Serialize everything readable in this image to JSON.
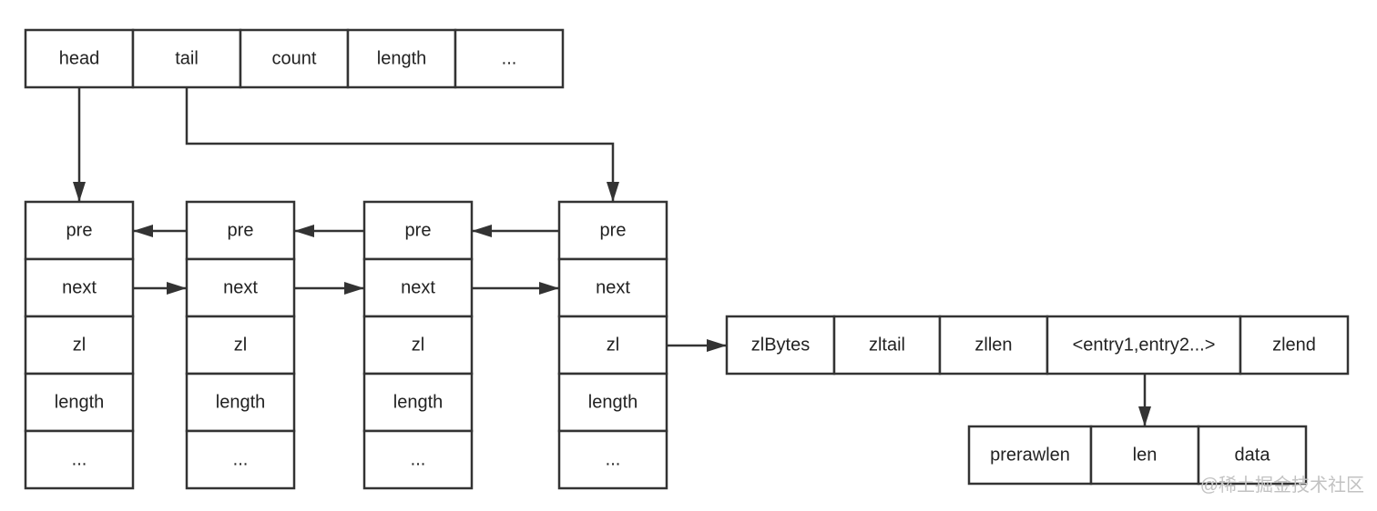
{
  "quicklist_header": {
    "fields": [
      "head",
      "tail",
      "count",
      "length",
      "..."
    ]
  },
  "quicklist_nodes": [
    {
      "fields": [
        "pre",
        "next",
        "zl",
        "length",
        "..."
      ]
    },
    {
      "fields": [
        "pre",
        "next",
        "zl",
        "length",
        "..."
      ]
    },
    {
      "fields": [
        "pre",
        "next",
        "zl",
        "length",
        "..."
      ]
    },
    {
      "fields": [
        "pre",
        "next",
        "zl",
        "length",
        "..."
      ]
    }
  ],
  "ziplist": {
    "fields": [
      "zlBytes",
      "zltail",
      "zllen",
      "<entry1,entry2...>",
      "zlend"
    ]
  },
  "entry": {
    "fields": [
      "prerawlen",
      "len",
      "data"
    ]
  },
  "watermark": "@稀土掘金技术社区"
}
